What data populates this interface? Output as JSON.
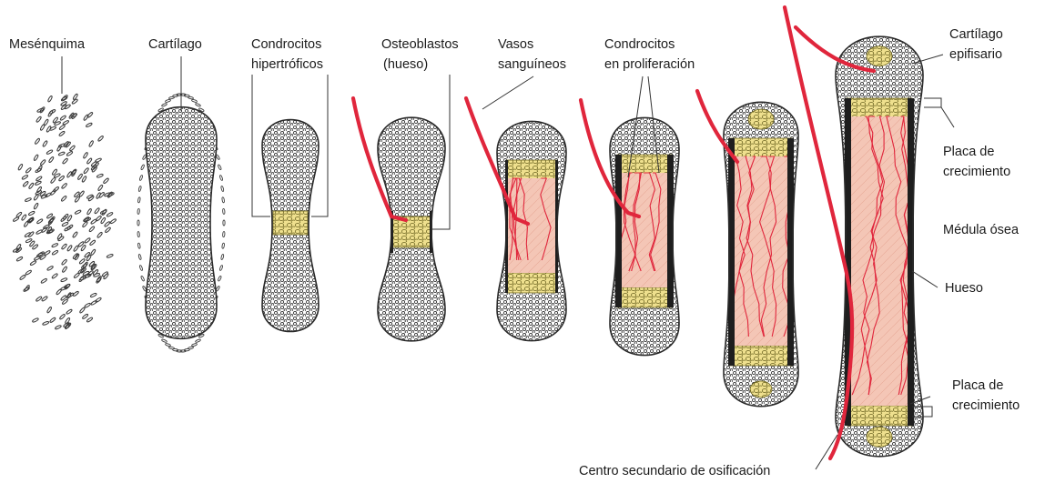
{
  "figure": {
    "labels": {
      "mesenchyme": "Mesénquima",
      "cartilage": "Cartílago",
      "hypertrophic_l1": "Condrocitos",
      "hypertrophic_l2": "hipertróficos",
      "osteoblasts_l1": "Osteoblastos",
      "osteoblasts_l2": "(hueso)",
      "vessels_l1": "Vasos",
      "vessels_l2": "sanguíneos",
      "proliferating_l1": "Condrocitos",
      "proliferating_l2": "en proliferación",
      "epiphyseal_l1": "Cartílago",
      "epiphyseal_l2": "epifisario",
      "growth_plate_top_l1": "Placa de",
      "growth_plate_top_l2": "crecimiento",
      "marrow": "Médula ósea",
      "bone": "Hueso",
      "growth_plate_bottom_l1": "Placa de",
      "growth_plate_bottom_l2": "crecimiento",
      "secondary_center": "Centro secundario de osificación"
    },
    "colors": {
      "background": "#ffffff",
      "outline": "#2a2a2a",
      "blood_vessel": "#e0263c",
      "marrow_fill": "#f4c6b6",
      "hypertrophic_zone": "#efe08e",
      "cartilage_cell": "#3a3a3a",
      "bone_collar": "#1e1e1e"
    }
  }
}
